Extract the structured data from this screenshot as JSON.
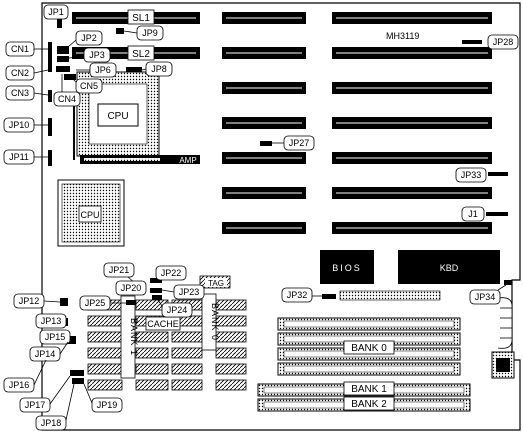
{
  "board": {
    "model": "MH3119",
    "chips": {
      "cpu_socket": "CPU",
      "cpu_smd": "CPU",
      "bios": "BIOS",
      "kbd": "KBD",
      "amp": "AMP",
      "cache": "CACHE",
      "tag": "TAG",
      "bank_left": "BANK 1",
      "bank_right": "BANK 0"
    },
    "slots": {
      "sl1": "SL1",
      "sl2": "SL2"
    },
    "memory": {
      "bank0": "BANK 0",
      "bank1": "BANK 1",
      "bank2": "BANK 2"
    },
    "connectors": {
      "cn1": "CN1",
      "cn2": "CN2",
      "cn3": "CN3",
      "cn4": "CN4",
      "cn5": "CN5"
    },
    "jumpers": {
      "jp1": "JP1",
      "jp2": "JP2",
      "jp3": "JP3",
      "jp6": "JP6",
      "jp8": "JP8",
      "jp9": "JP9",
      "jp10": "JP10",
      "jp11": "JP11",
      "jp12": "JP12",
      "jp13": "JP13",
      "jp14": "JP14",
      "jp15": "JP15",
      "jp16": "JP16",
      "jp17": "JP17",
      "jp18": "JP18",
      "jp19": "JP19",
      "jp20": "JP20",
      "jp21": "JP21",
      "jp22": "JP22",
      "jp23": "JP23",
      "jp24": "JP24",
      "jp25": "JP25",
      "jp27": "JP27",
      "jp28": "JP28",
      "jp32": "JP32",
      "jp33": "JP33",
      "jp34": "JP34",
      "j1": "J1"
    }
  }
}
